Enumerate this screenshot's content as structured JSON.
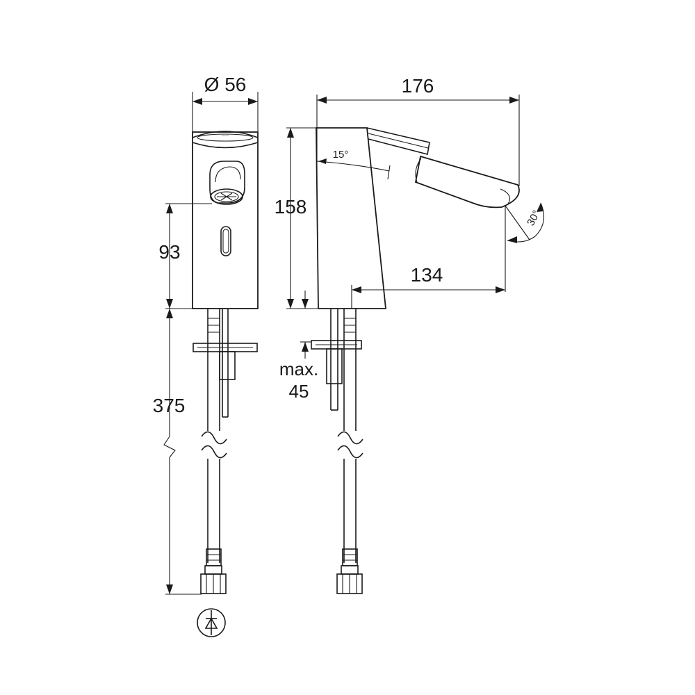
{
  "front_view": {
    "diameter_label": "Ø 56",
    "outlet_height_label": "93",
    "hose_length_label": "375"
  },
  "side_view": {
    "projection_label": "176",
    "height_label": "158",
    "outlet_reach_label": "134",
    "body_tilt_label": "15°",
    "spout_angle_label": "30°",
    "deck_thickness_label_line1": "max.",
    "deck_thickness_label_line2": "45"
  },
  "symbol": {
    "name": "check-valve-symbol"
  }
}
